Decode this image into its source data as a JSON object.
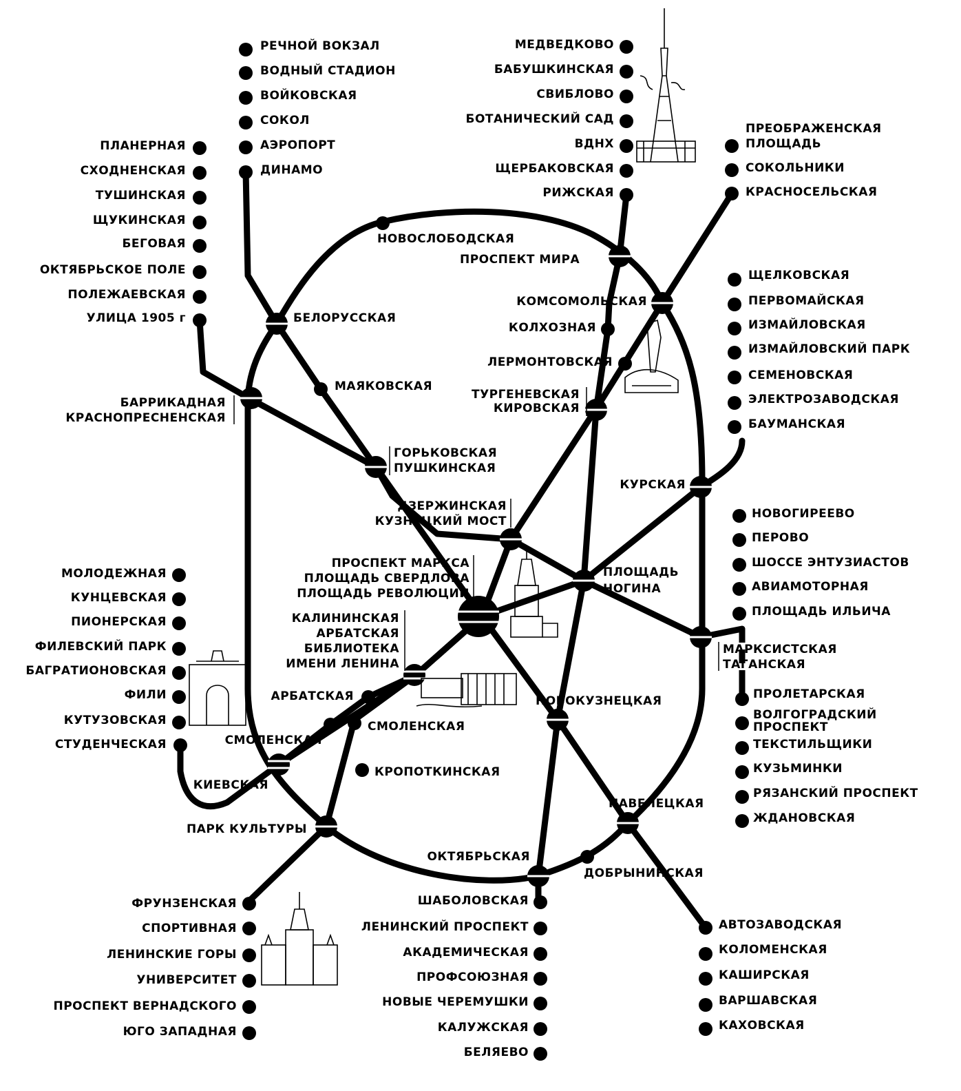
{
  "stations": {
    "rechnoy_vokzal": "РЕЧНОЙ ВОКЗАЛ",
    "vodny_stadion": "ВОДНЫЙ СТАДИОН",
    "voykovskaya": "ВОЙКОВСКАЯ",
    "sokol": "СОКОЛ",
    "aeroport": "АЭРОПОРТ",
    "dinamo": "ДИНАМО",
    "planernaya": "ПЛАНЕРНАЯ",
    "skhodnenskaya": "СХОДНЕНСКАЯ",
    "tushinskaya": "ТУШИНСКАЯ",
    "shchukinskaya": "ЩУКИНСКАЯ",
    "begovaya": "БЕГОВАЯ",
    "oktyabrskoe_pole": "ОКТЯБРЬСКОЕ ПОЛЕ",
    "polezhaevskaya": "ПОЛЕЖАЕВСКАЯ",
    "ulitsa_1905": "УЛИЦА 1905 г",
    "medvedkovo": "МЕДВЕДКОВО",
    "babushkinskaya": "БАБУШКИНСКАЯ",
    "sviblovo": "СВИБЛОВО",
    "botanichesky_sad": "БОТАНИЧЕСКИЙ САД",
    "vdnkh": "ВДНХ",
    "shcherbakovskaya": "ЩЕРБАКОВСКАЯ",
    "rizhskaya": "РИЖСКАЯ",
    "preobrazhenskaya_1": "ПРЕОБРАЖЕНСКАЯ",
    "preobrazhenskaya_2": "ПЛОЩАДЬ",
    "sokolniki": "СОКОЛЬНИКИ",
    "krasnoselskaya": "КРАСНОСЕЛЬСКАЯ",
    "novoslobodskaya": "НОВОСЛОБОДСКАЯ",
    "prospekt_mira": "ПРОСПЕКТ МИРА",
    "komsomolskaya": "КОМСОМОЛЬСКАЯ",
    "kolkhoznaya": "КОЛХОЗНАЯ",
    "lermontovskaya": "ЛЕРМОНТОВСКАЯ",
    "turgenevskaya": "ТУРГЕНЕВСКАЯ",
    "kirovskaya": "КИРОВСКАЯ",
    "belorusskaya": "БЕЛОРУССКАЯ",
    "mayakovskaya": "МАЯКОВСКАЯ",
    "barrikadnaya": "БАРРИКАДНАЯ",
    "krasnopresnenskaya": "КРАСНОПРЕСНЕНСКАЯ",
    "gorkovskaya": "ГОРЬКОВСКАЯ",
    "pushkinskaya": "ПУШКИНСКАЯ",
    "dzerzhinskaya": "ДЗЕРЖИНСКАЯ",
    "kuznetsky_most": "КУЗНЕЦКИЙ МОСТ",
    "prospekt_marksa": "ПРОСПЕКТ МАРКСА",
    "pl_sverdlova": "ПЛОЩАДЬ СВЕРДЛОВА",
    "pl_revolyutsii": "ПЛОЩАДЬ РЕВОЛЮЦИИ",
    "shchelkovskaya": "ЩЕЛКОВСКАЯ",
    "pervomayskaya": "ПЕРВОМАЙСКАЯ",
    "izmaylovskaya": "ИЗМАЙЛОВСКАЯ",
    "izmaylovsky_park": "ИЗМАЙЛОВСКИЙ ПАРК",
    "semenovskaya": "СЕМЕНОВСКАЯ",
    "elektrozavodskaya": "ЭЛЕКТРОЗАВОДСКАЯ",
    "baumanskaya": "БАУМАНСКАЯ",
    "kurskaya": "КУРСКАЯ",
    "novogireevo": "НОВОГИРЕЕВО",
    "perovo": "ПЕРОВО",
    "shosse_entuziastov": "ШОССЕ ЭНТУЗИАСТОВ",
    "aviamotornaya": "АВИАМОТОРНАЯ",
    "pl_ilicha": "ПЛОЩАДЬ ИЛЬИЧА",
    "pl_nogina_1": "ПЛОЩАДЬ",
    "pl_nogina_2": "НОГИНА",
    "marksistskaya": "МАРКСИСТСКАЯ",
    "taganskaya": "ТАГАНСКАЯ",
    "molodezhnaya": "МОЛОДЕЖНАЯ",
    "kuntsevskaya": "КУНЦЕВСКАЯ",
    "pionerskaya": "ПИОНЕРСКАЯ",
    "filevsky_park": "ФИЛЕВСКИЙ ПАРК",
    "bagrationovskaya": "БАГРАТИОНОВСКАЯ",
    "fili": "ФИЛИ",
    "kutuzovskaya": "КУТУЗОВСКАЯ",
    "studencheskaya": "СТУДЕНЧЕСКАЯ",
    "kalininskaya": "КАЛИНИНСКАЯ",
    "arbatskaya_a": "АРБАТСКАЯ",
    "biblioteka_1": "БИБЛИОТЕКА",
    "biblioteka_2": "ИМЕНИ ЛЕНИНА",
    "arbatskaya_b": "АРБАТСКАЯ",
    "smolenskaya_a": "СМОЛЕНСКАЯ",
    "smolenskaya_b": "СМОЛЕНСКАЯ",
    "kievskaya": "КИЕВСКАЯ",
    "kropotkinskaya": "КРОПОТКИНСКАЯ",
    "novokuznetskaya": "НОВОКУЗНЕЦКАЯ",
    "park_kultury": "ПАРК КУЛЬТУРЫ",
    "oktyabrskaya": "ОКТЯБРЬСКАЯ",
    "paveletskaya": "ПАВЕЛЕЦКАЯ",
    "dobryninskaya": "ДОБРЫНИНСКАЯ",
    "proletarskaya": "ПРОЛЕТАРСКАЯ",
    "volgogradsky_1": "ВОЛГОГРАДСКИЙ",
    "volgogradsky_2": "ПРОСПЕКТ",
    "tekstilshchiki": "ТЕКСТИЛЬЩИКИ",
    "kuzminki": "КУЗЬМИНКИ",
    "ryazansky": "РЯЗАНСКИЙ ПРОСПЕКТ",
    "zhdanovskaya": "ЖДАНОВСКАЯ",
    "frunzenskaya": "ФРУНЗЕНСКАЯ",
    "sportivnaya": "СПОРТИВНАЯ",
    "leninskie_gory": "ЛЕНИНСКИЕ ГОРЫ",
    "universitet": "УНИВЕРСИТЕТ",
    "pr_vernadskogo": "ПРОСПЕКТ ВЕРНАДСКОГО",
    "yugo_zapadnaya": "ЮГО ЗАПАДНАЯ",
    "shabolovskaya": "ШАБОЛОВСКАЯ",
    "leninsky_prospekt": "ЛЕНИНСКИЙ ПРОСПЕКТ",
    "akademicheskaya": "АКАДЕМИЧЕСКАЯ",
    "profsoyuznaya": "ПРОФСОЮЗНАЯ",
    "novye_cheremushki": "НОВЫЕ ЧЕРЕМУШКИ",
    "kaluzhskaya": "КАЛУЖСКАЯ",
    "belyaevo": "БЕЛЯЕВО",
    "avtozavodskaya": "АВТОЗАВОДСКАЯ",
    "kolomenskaya": "КОЛОМЕНСКАЯ",
    "kashirskaya": "КАШИРСКАЯ",
    "varshavskaya": "ВАРШАВСКАЯ",
    "kakhovskaya": "КАХОВСКАЯ"
  }
}
